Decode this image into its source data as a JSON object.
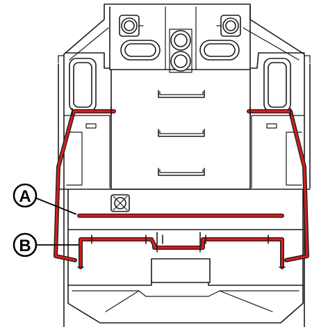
{
  "callouts": [
    {
      "id": "A",
      "label": "A"
    },
    {
      "id": "B",
      "label": "B"
    }
  ],
  "colors": {
    "highlight": "#d41f1f",
    "outline": "#1a1a1a",
    "background": "#ffffff"
  }
}
